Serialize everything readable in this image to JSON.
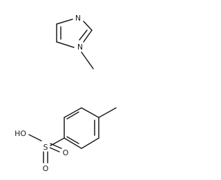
{
  "molecules": [
    {
      "role": "cation-precursor",
      "atoms": {
        "n3": "N",
        "n1": "N"
      }
    },
    {
      "role": "acid",
      "atoms": {
        "s": "S",
        "hydroxyl": "HO",
        "o_top": "O",
        "o_bottom": "O"
      }
    }
  ],
  "colors": {
    "bond": "#1a1a1a",
    "background": "#ffffff"
  }
}
